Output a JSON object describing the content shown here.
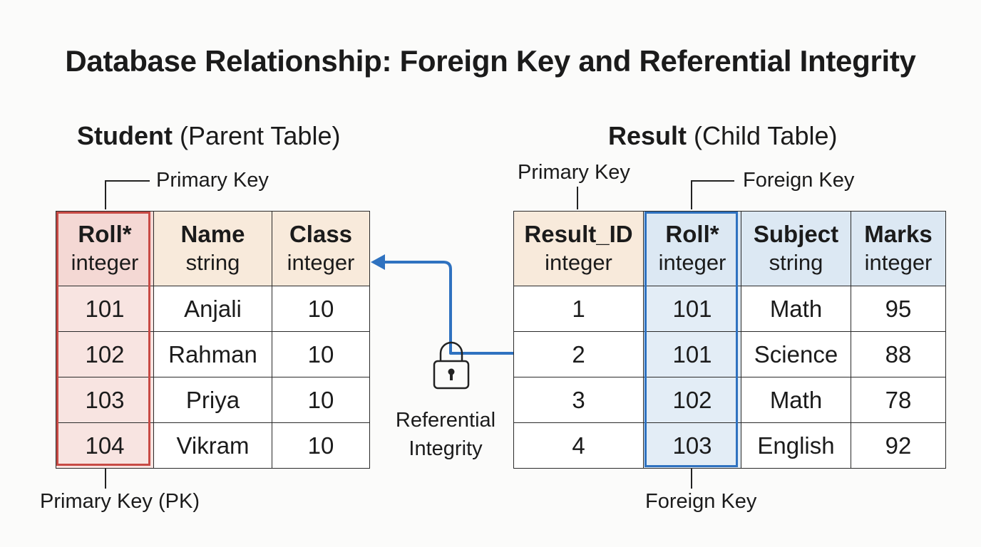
{
  "title": "Database Relationship: Foreign Key and Referential Integrity",
  "parent": {
    "name": "Student",
    "role": "(Parent Table)",
    "top_label": "Primary Key",
    "bottom_label": "Primary Key (PK)",
    "columns": [
      {
        "name": "Roll*",
        "type": "integer"
      },
      {
        "name": "Name",
        "type": "string"
      },
      {
        "name": "Class",
        "type": "integer"
      }
    ],
    "rows": [
      [
        "101",
        "Anjali",
        "10"
      ],
      [
        "102",
        "Rahman",
        "10"
      ],
      [
        "103",
        "Priya",
        "10"
      ],
      [
        "104",
        "Vikram",
        "10"
      ]
    ]
  },
  "child": {
    "name": "Result",
    "role": "(Child Table)",
    "pk_label": "Primary Key",
    "fk_top_label": "Foreign Key",
    "fk_bottom_label": "Foreign Key",
    "columns": [
      {
        "name": "Result_ID",
        "type": "integer"
      },
      {
        "name": "Roll*",
        "type": "integer"
      },
      {
        "name": "Subject",
        "type": "string"
      },
      {
        "name": "Marks",
        "type": "integer"
      }
    ],
    "rows": [
      [
        "1",
        "101",
        "Math",
        "95"
      ],
      [
        "2",
        "101",
        "Science",
        "88"
      ],
      [
        "3",
        "102",
        "Math",
        "78"
      ],
      [
        "4",
        "103",
        "English",
        "92"
      ]
    ]
  },
  "relationship": {
    "label_line1": "Referential",
    "label_line2": "Integrity",
    "icon": "lock-icon"
  },
  "colors": {
    "pk_border": "#c84a45",
    "pk_fill": "#f8e4e1",
    "fk_border": "#2f72c0",
    "fk_fill": "#e3edf6",
    "arrow": "#2f72c0",
    "peach_header": "#f8eadb"
  }
}
